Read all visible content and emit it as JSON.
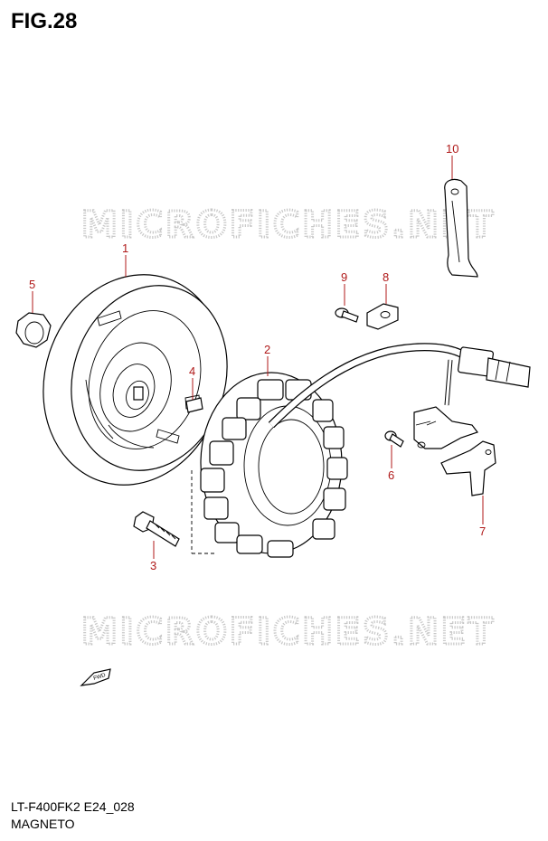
{
  "figure": {
    "title": "FIG.28"
  },
  "footer": {
    "model_code": "LT-F400FK2 E24_028",
    "section_name": "MAGNETO"
  },
  "watermark": "MICROFICHES.NET",
  "fwd_label": "FWD",
  "callouts": {
    "c1": "1",
    "c2": "2",
    "c3": "3",
    "c4": "4",
    "c5": "5",
    "c6": "6",
    "c7": "7",
    "c8": "8",
    "c9": "9",
    "c10": "10"
  },
  "colors": {
    "callout": "#b01a1a",
    "watermark": "#c8c8c8",
    "line": "#000000"
  }
}
